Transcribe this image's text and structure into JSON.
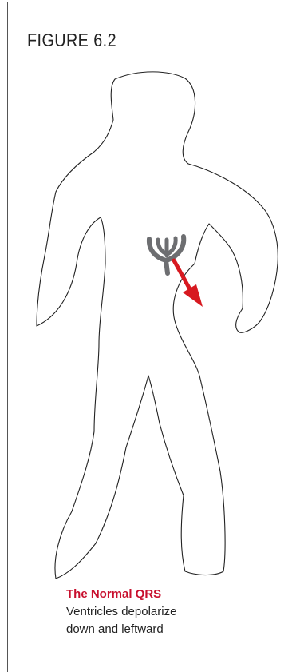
{
  "figure": {
    "label": "FIGURE 6.2"
  },
  "caption": {
    "title": "The Normal QRS",
    "line1": "Ventricles depolarize",
    "line2": "down and leftward"
  },
  "colors": {
    "accent": "#c8102e",
    "outline": "#222222",
    "heart_icon": "#6d6e71",
    "arrow": "#d71920"
  },
  "icons": [
    "body-outline",
    "heart-icon",
    "vector-arrow-icon"
  ]
}
